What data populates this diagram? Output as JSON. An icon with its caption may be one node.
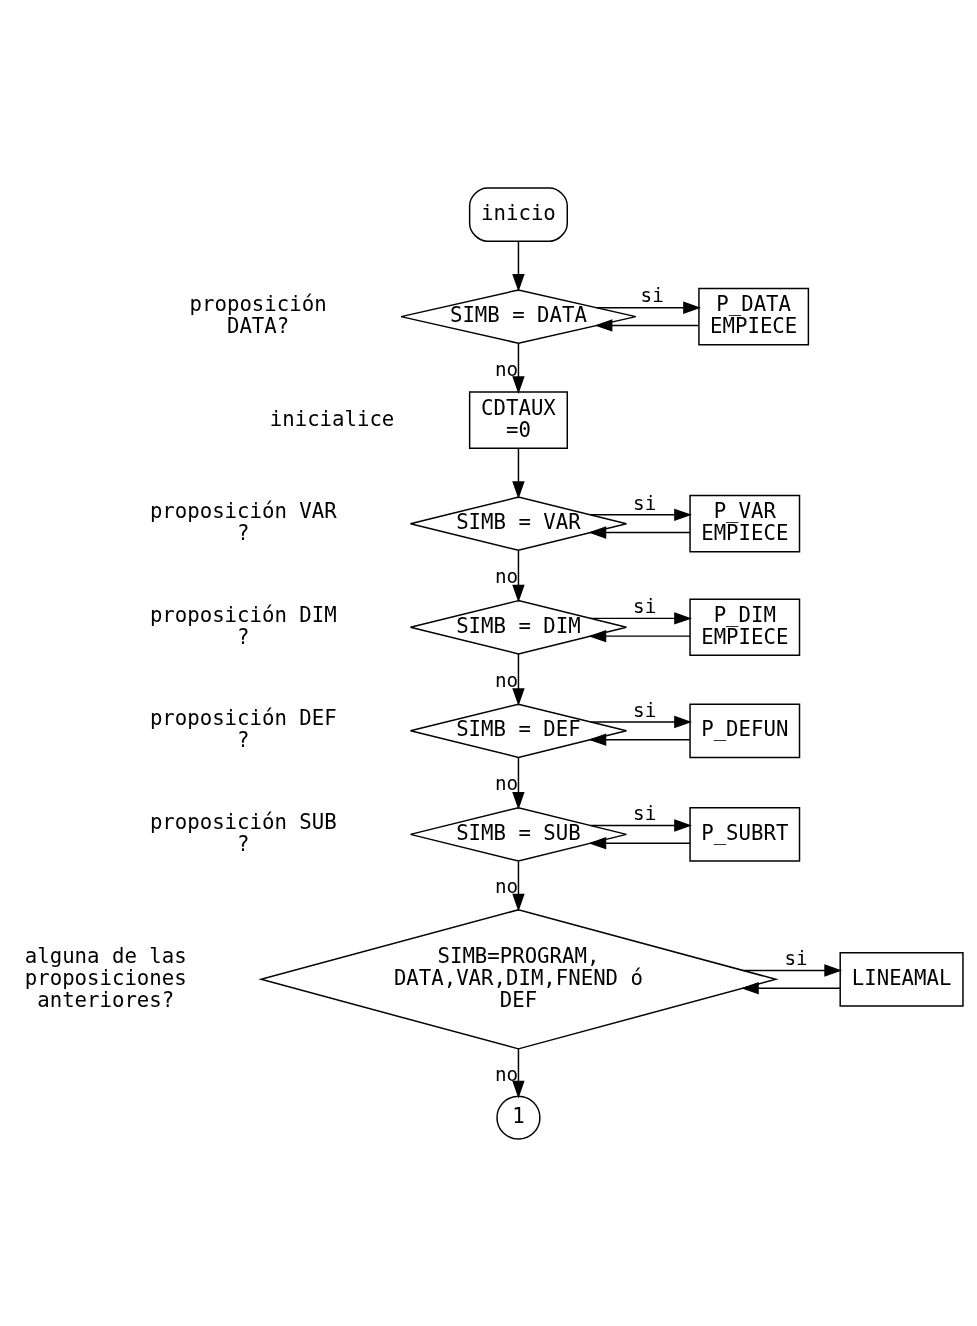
{
  "diagram": {
    "nodes": [
      {
        "text": [
          "inicio"
        ]
      },
      {
        "text": [
          "SIMB = DATA"
        ]
      },
      {
        "text": [
          "P_DATA EMPIECE"
        ]
      },
      {
        "text": [
          "CDTAUX =0"
        ]
      },
      {
        "text": [
          "SIMB = VAR"
        ]
      },
      {
        "text": [
          "P_VAR EMPIECE"
        ]
      },
      {
        "text": [
          "SIMB = DIM"
        ]
      },
      {
        "text": [
          "P_DIM EMPIECE"
        ]
      },
      {
        "text": [
          "SIMB = DEF"
        ]
      },
      {
        "text": [
          "P_DEFUN"
        ]
      },
      {
        "text": [
          "SIMB = SUB"
        ]
      },
      {
        "text": [
          "P_SUBRT"
        ]
      },
      {
        "text": [
          "SIMB=PROGRAM, DATA,VAR,DIM,FNEND ó DEF"
        ]
      },
      {
        "text": [
          "LINEAMAL"
        ]
      },
      {
        "text": [
          "1"
        ]
      }
    ],
    "edges": [
      {
        "from": 0,
        "to": 1,
        "arrow": "to"
      },
      {
        "from": 1,
        "to": 2,
        "arrow": "to",
        "label": "si"
      },
      {
        "from": 2,
        "to": 1,
        "arrow": "to"
      },
      {
        "from": 1,
        "to": 3,
        "arrow": "to",
        "label": "no"
      },
      {
        "from": 3,
        "to": 4,
        "arrow": "to"
      },
      {
        "from": 4,
        "to": 5,
        "arrow": "to",
        "label": "si"
      },
      {
        "from": 5,
        "to": 4,
        "arrow": "to"
      },
      {
        "from": 4,
        "to": 6,
        "arrow": "to",
        "label": "no"
      },
      {
        "from": 6,
        "to": 7,
        "arrow": "to",
        "label": "si"
      },
      {
        "from": 7,
        "to": 6,
        "arrow": "to"
      },
      {
        "from": 6,
        "to": 8,
        "arrow": "to",
        "label": "no"
      },
      {
        "from": 8,
        "to": 9,
        "arrow": "to",
        "label": "si"
      },
      {
        "from": 9,
        "to": 8,
        "arrow": "to"
      },
      {
        "from": 8,
        "to": 10,
        "arrow": "to",
        "label": "no"
      },
      {
        "from": 10,
        "to": 11,
        "arrow": "to",
        "label": "si"
      },
      {
        "from": 11,
        "to": 10,
        "arrow": "to"
      },
      {
        "from": 10,
        "to": 12,
        "arrow": "to",
        "label": "no"
      },
      {
        "from": 12,
        "to": 13,
        "arrow": "to",
        "label": "si"
      },
      {
        "from": 13,
        "to": 12,
        "arrow": "to"
      },
      {
        "from": 12,
        "to": 14,
        "arrow": "to",
        "label": "no"
      }
    ],
    "labels": [
      "proposición DATA?",
      "inicialice",
      "proposición VAR ?",
      "proposición DIM ?",
      "proposición DEF ?",
      "proposición SUB ?",
      "alguna de las proposiciones anteriores?"
    ]
  }
}
